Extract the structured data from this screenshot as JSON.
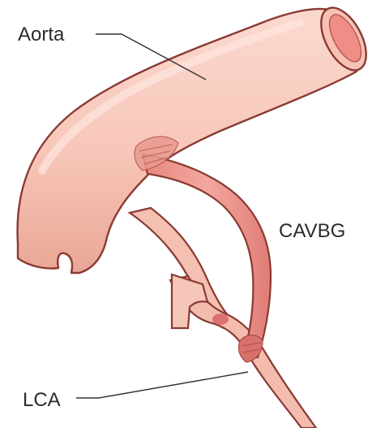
{
  "labels": {
    "aorta": "Aorta",
    "bypass_graft": "CAVBG",
    "coronary_artery": "LCA"
  },
  "colors": {
    "vessel_fill": "#f6c2b4",
    "vessel_outline": "#8a3a34",
    "vessel_shadow": "#e29484",
    "lumen": "#f08d86",
    "anastomosis": "#d4585a"
  }
}
